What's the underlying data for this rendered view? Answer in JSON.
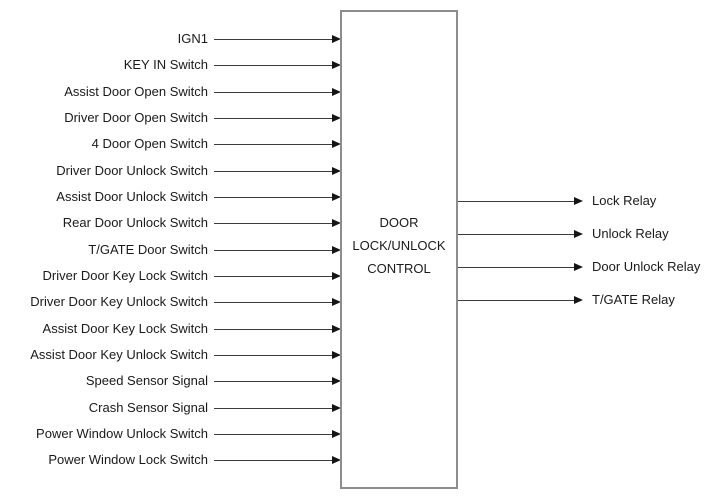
{
  "block": {
    "lines": [
      "DOOR",
      "LOCK/UNLOCK",
      "CONTROL"
    ]
  },
  "inputs": [
    "IGN1",
    "KEY IN Switch",
    "Assist Door Open Switch",
    "Driver Door Open Switch",
    "4 Door Open Switch",
    "Driver Door Unlock Switch",
    "Assist Door Unlock Switch",
    "Rear Door Unlock Switch",
    "T/GATE Door Switch",
    "Driver Door Key Lock Switch",
    "Driver Door Key Unlock Switch",
    "Assist Door Key Lock Switch",
    "Assist Door Key Unlock Switch",
    "Speed Sensor Signal",
    "Crash Sensor Signal",
    "Power Window Unlock Switch",
    "Power Window Lock Switch"
  ],
  "outputs": [
    "Lock Relay",
    "Unlock Relay",
    "Door Unlock Relay",
    "T/GATE Relay"
  ],
  "colors": {
    "background": "#ffffff",
    "text": "#1a1a1a",
    "line": "#3c3c3c",
    "arrowhead": "#151515",
    "box_border": "#8d8d8d"
  }
}
